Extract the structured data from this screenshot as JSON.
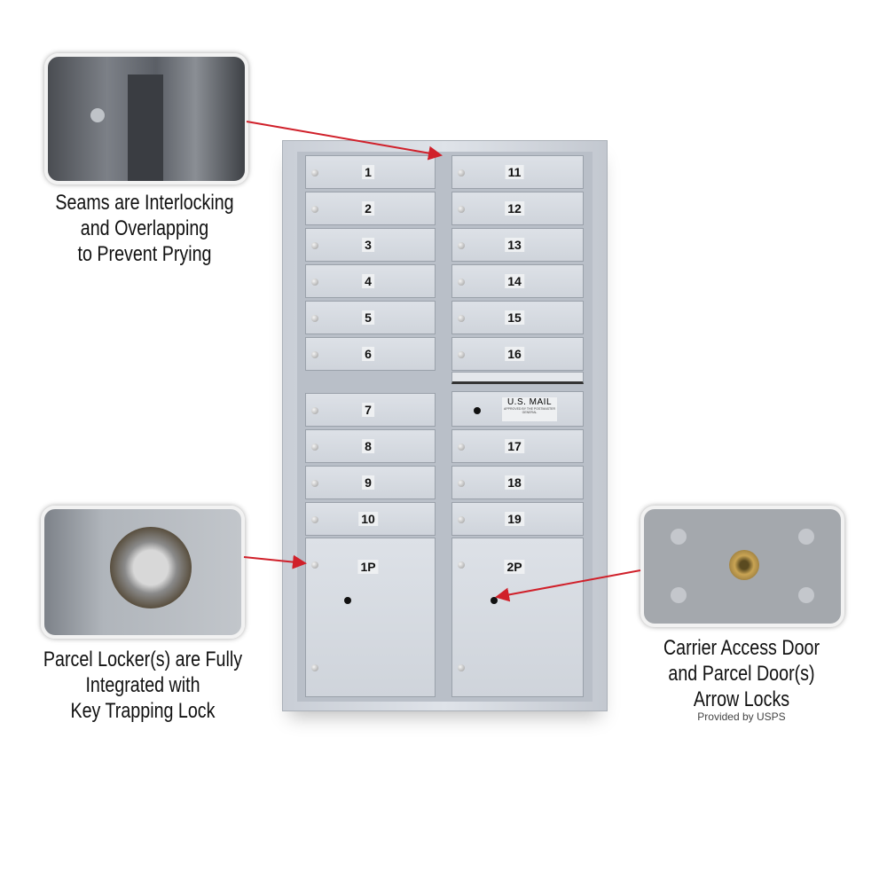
{
  "callouts": [
    {
      "lines": [
        "Seams are Interlocking",
        "and Overlapping",
        "to Prevent Prying"
      ]
    },
    {
      "lines": [
        "Parcel Locker(s) are Fully",
        "Integrated with",
        "Key Trapping Lock"
      ]
    },
    {
      "lines": [
        "Carrier Access Door",
        "and Parcel Door(s)",
        "Arrow Locks"
      ],
      "note": "Provided by USPS"
    }
  ],
  "mailbox": {
    "left_doors": [
      "1",
      "2",
      "3",
      "4",
      "5",
      "6",
      "7",
      "8",
      "9",
      "10"
    ],
    "right_doors": [
      "11",
      "12",
      "13",
      "14",
      "15",
      "16",
      "17",
      "18",
      "19"
    ],
    "parcel_doors": [
      "1P",
      "2P"
    ],
    "carrier_label": "U.S. MAIL",
    "carrier_label_sub": "APPROVED BY THE POSTMASTER GENERAL"
  },
  "colors": {
    "arrow": "#d0202a",
    "cabinet": "#d3d8df"
  }
}
